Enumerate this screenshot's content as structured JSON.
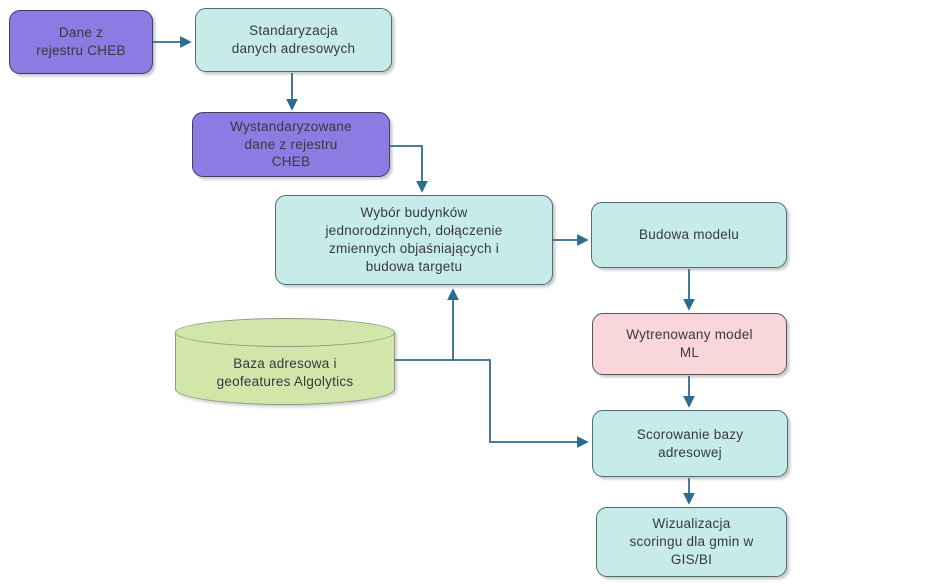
{
  "diagram": {
    "background": "#ffffff",
    "connector_color": "#2d6b8f",
    "nodes": [
      {
        "id": "dane-z-rejestru-cheb",
        "shape": "rounded-box",
        "label": "Dane z\nrejestru CHEB",
        "fill": "#8b7be2",
        "border": "#3f3d63"
      },
      {
        "id": "standaryzacja-danych-adresowych",
        "shape": "rounded-box",
        "label": "Standaryzacja\ndanych adresowych",
        "fill": "#c6ebe9",
        "border": "#4d6d77"
      },
      {
        "id": "wystandaryzowane-dane-z-rejestru-cheb",
        "shape": "rounded-box",
        "label": "Wystandaryzowane\ndane z rejestru\nCHEB",
        "fill": "#8b7be2",
        "border": "#3f3d63"
      },
      {
        "id": "wybor-budynkow-jednorodzinnych",
        "shape": "rounded-box",
        "label": "Wybór budynków\njednorodzinnych, dołączenie\nzmiennych objaśniających i\nbudowa targetu",
        "fill": "#c6ebe9",
        "border": "#4d6d77"
      },
      {
        "id": "budowa-modelu",
        "shape": "rounded-box",
        "label": "Budowa modelu",
        "fill": "#c6ebe9",
        "border": "#4d6d77"
      },
      {
        "id": "wytrenowany-model-ml",
        "shape": "rounded-box",
        "label": "Wytrenowany model\nML",
        "fill": "#f9d6da",
        "border": "#5a555c"
      },
      {
        "id": "baza-adresowa-algolytics",
        "shape": "cylinder",
        "label": "Baza adresowa i\ngeofeatures Algolytics",
        "fill": "#d0e7a9",
        "border": "#8f9a85"
      },
      {
        "id": "scorowanie-bazy-adresowej",
        "shape": "rounded-box",
        "label": "Scorowanie bazy\nadresowej",
        "fill": "#c6ebe9",
        "border": "#4d6d77"
      },
      {
        "id": "wizualizacja-scoringu",
        "shape": "rounded-box",
        "label": "Wizualizacja\nscoringu dla gmin w\nGIS/BI",
        "fill": "#c6ebe9",
        "border": "#4d6d77"
      }
    ],
    "connections": [
      {
        "from": "dane-z-rejestru-cheb",
        "to": "standaryzacja-danych-adresowych"
      },
      {
        "from": "standaryzacja-danych-adresowych",
        "to": "wystandaryzowane-dane-z-rejestru-cheb"
      },
      {
        "from": "wystandaryzowane-dane-z-rejestru-cheb",
        "to": "wybor-budynkow-jednorodzinnych"
      },
      {
        "from": "wybor-budynkow-jednorodzinnych",
        "to": "budowa-modelu"
      },
      {
        "from": "budowa-modelu",
        "to": "wytrenowany-model-ml"
      },
      {
        "from": "wytrenowany-model-ml",
        "to": "scorowanie-bazy-adresowej"
      },
      {
        "from": "baza-adresowa-algolytics",
        "to": "wybor-budynkow-jednorodzinnych"
      },
      {
        "from": "baza-adresowa-algolytics",
        "to": "scorowanie-bazy-adresowej"
      },
      {
        "from": "scorowanie-bazy-adresowej",
        "to": "wizualizacja-scoringu"
      }
    ]
  }
}
